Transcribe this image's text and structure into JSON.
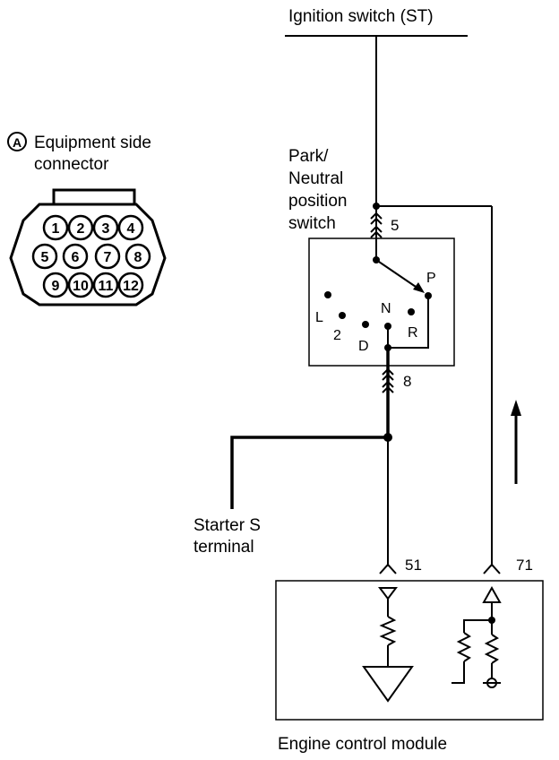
{
  "labels": {
    "ignition_switch": "Ignition switch (ST)",
    "connector_letter": "A",
    "connector_line1": "Equipment side",
    "connector_line2": "connector",
    "pn_line1": "Park/",
    "pn_line2": "Neutral",
    "pn_line3": "position",
    "pn_line4": "switch",
    "starter_line1": "Starter S",
    "starter_line2": "terminal",
    "ecm": "Engine control module"
  },
  "terminals": {
    "t5": "5",
    "t8": "8",
    "t51": "51",
    "t71": "71"
  },
  "positions": {
    "L": "L",
    "two": "2",
    "D": "D",
    "N": "N",
    "P": "P",
    "R": "R"
  },
  "connector_pins": [
    "1",
    "2",
    "3",
    "4",
    "5",
    "6",
    "7",
    "8",
    "9",
    "10",
    "11",
    "12"
  ]
}
